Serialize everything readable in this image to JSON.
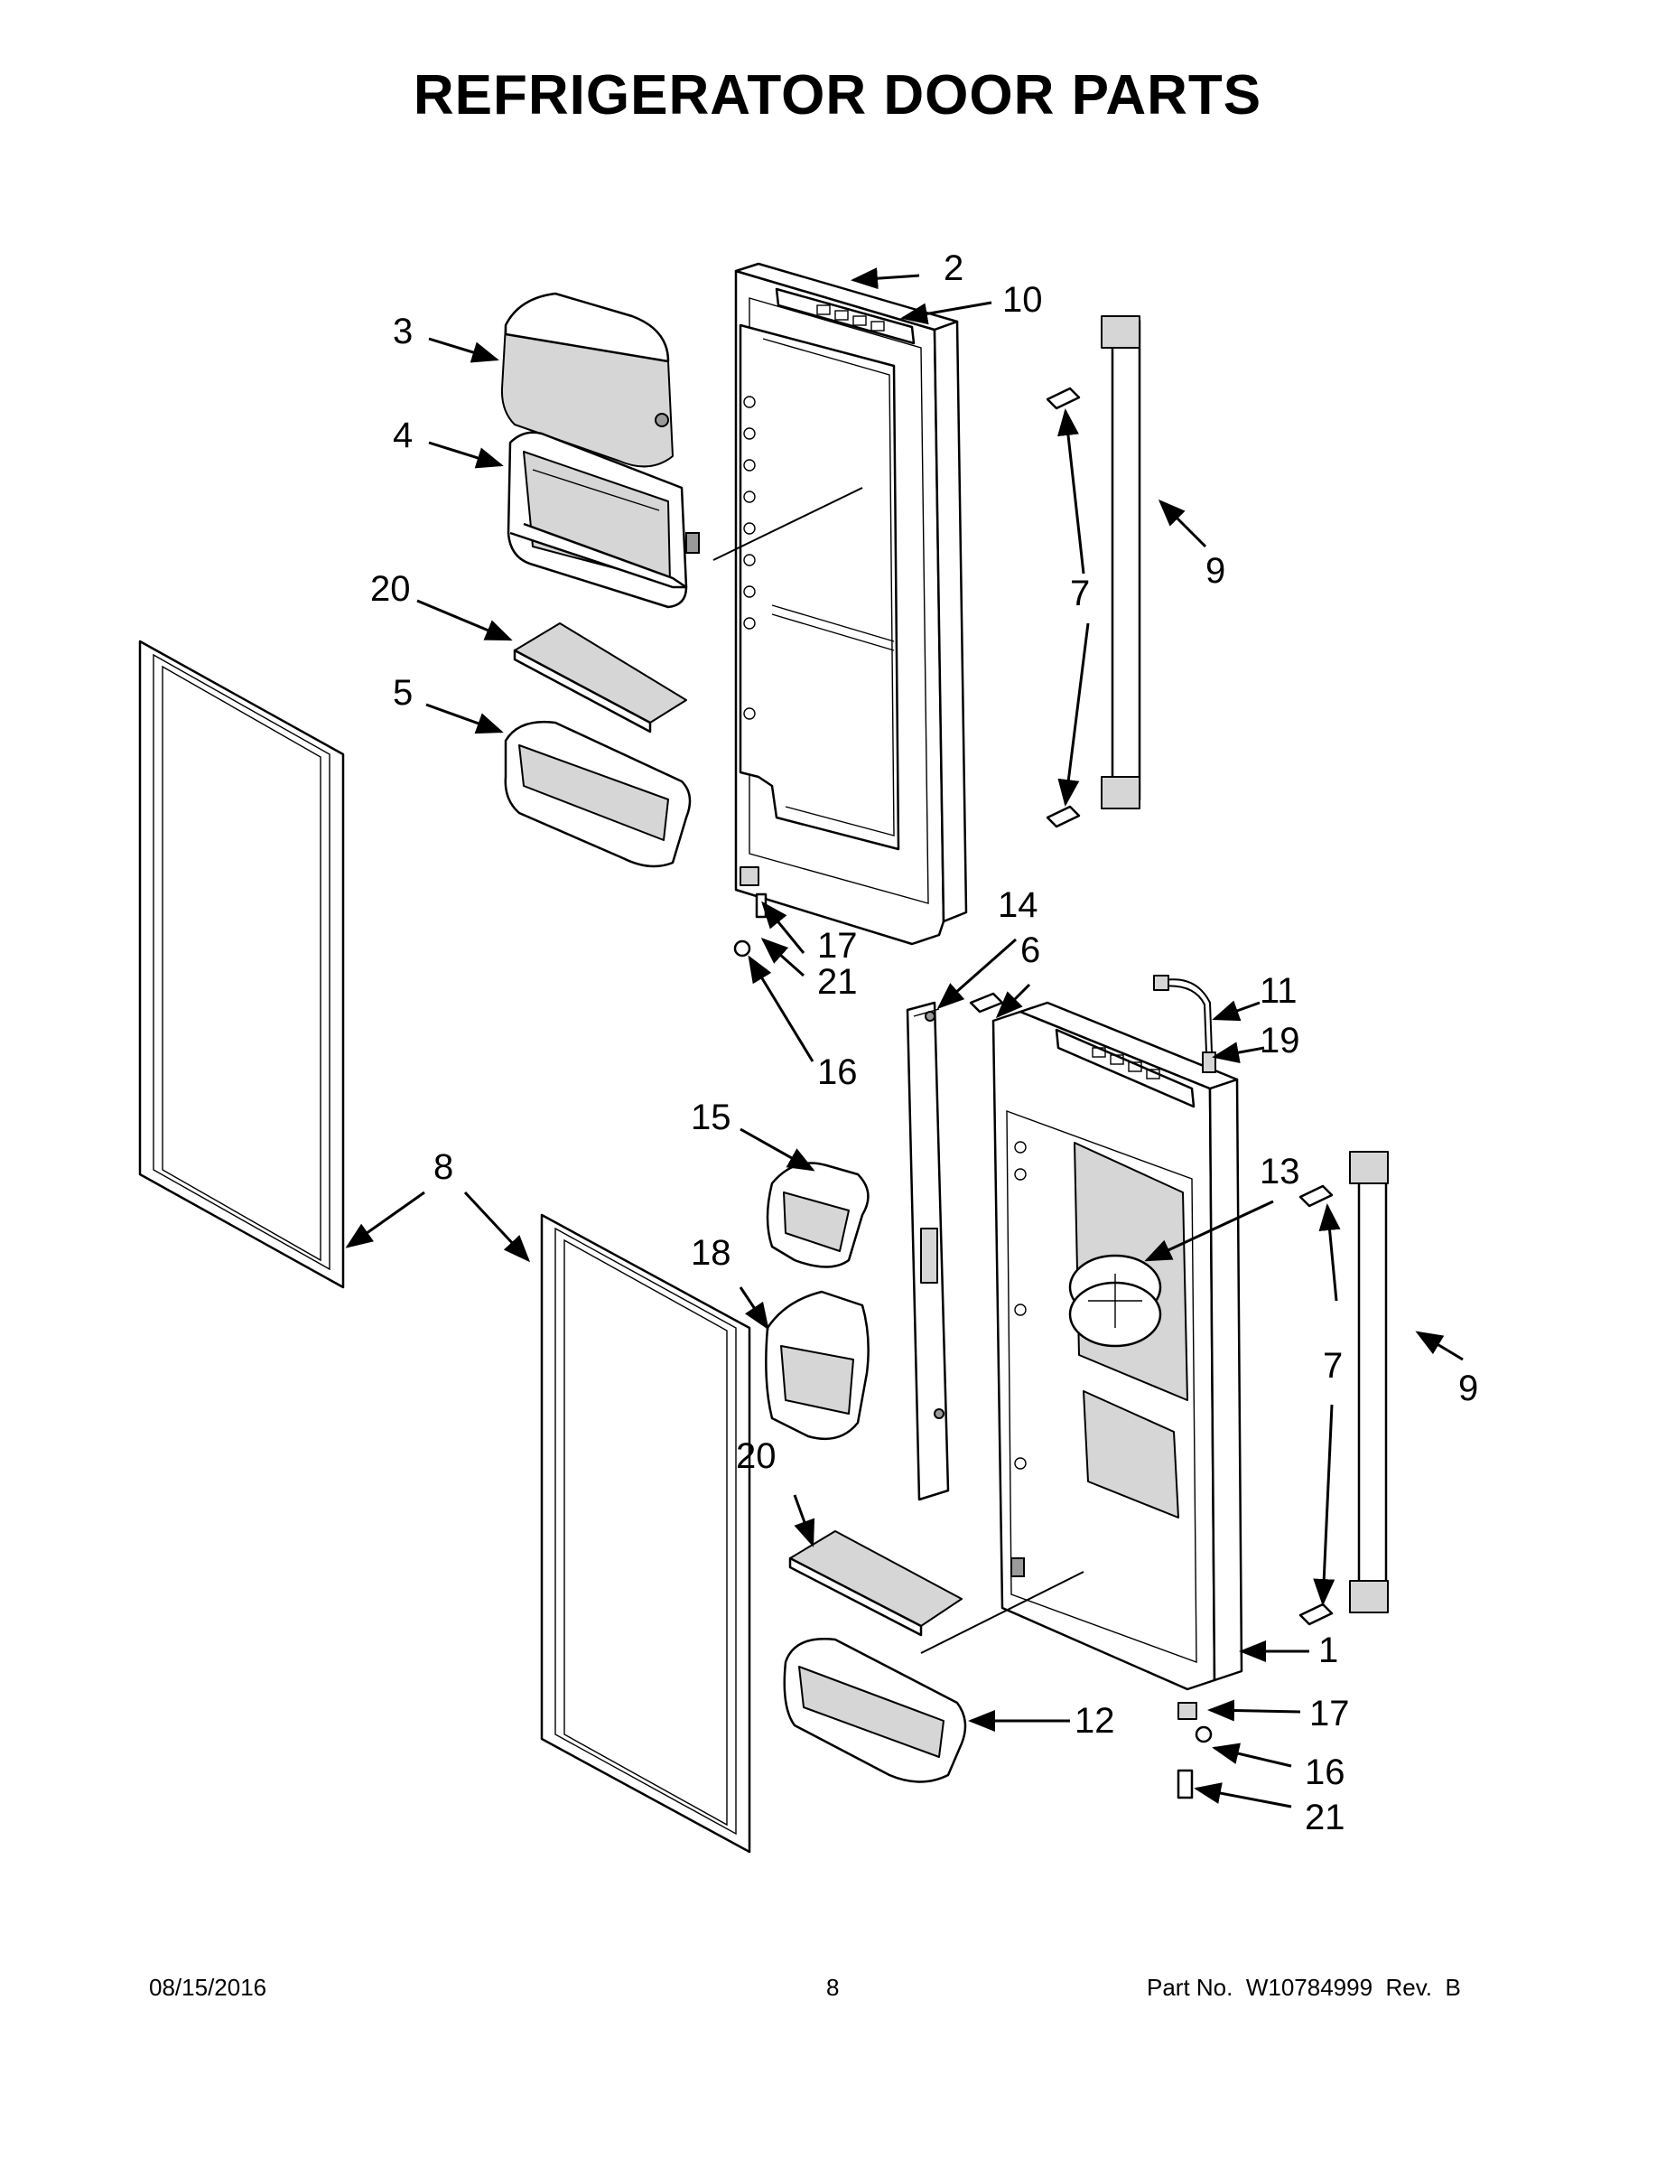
{
  "title": "REFRIGERATOR DOOR PARTS",
  "callouts": {
    "c1": "1",
    "c2": "2",
    "c3": "3",
    "c4": "4",
    "c5": "5",
    "c6": "6",
    "c7a": "7",
    "c7b": "7",
    "c8": "8",
    "c9a": "9",
    "c9b": "9",
    "c10": "10",
    "c11": "11",
    "c12": "12",
    "c13": "13",
    "c14": "14",
    "c15": "15",
    "c16a": "16",
    "c16b": "16",
    "c17a": "17",
    "c17b": "17",
    "c18": "18",
    "c19": "19",
    "c20a": "20",
    "c20b": "20",
    "c21a": "21",
    "c21b": "21"
  },
  "footer": {
    "date": "08/15/2016",
    "page": "8",
    "part_no": "Part No.  W10784999  Rev.  B"
  }
}
